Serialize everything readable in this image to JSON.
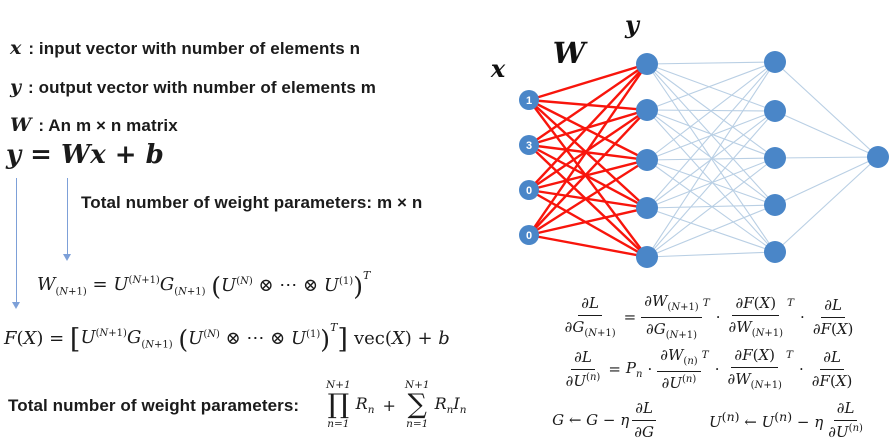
{
  "colors": {
    "node": "#4a86c8",
    "edge_red": "#f8150c",
    "edge_blue": "#b9cfe4",
    "arrow": "#7da0d8",
    "text": "#1b1b1b"
  },
  "definitions": [
    {
      "var": "x",
      "text": ": input vector with number of elements n"
    },
    {
      "var": "y",
      "text": ": output vector with number of elements m"
    },
    {
      "var": "W",
      "text": ": An m × n matrix"
    }
  ],
  "main_equation": "<i>y</i> = <i>Wx</i> + <i>b</i>",
  "weight_note_simple": "Total number of weight parameters: m × n",
  "weight_note_label": "Total number of weight parameters:",
  "decomposition": {
    "w_lhs": "<i>W</i><sub>(<i>N</i>+1)</sub> = <i>U</i><sup>(<i>N</i>+1)</sup><i>G</i><sub>(<i>N</i>+1)</sub> ",
    "w_inner": "<i>U</i><sup>(<i>N</i>)</sup> ⊗ ⋯ ⊗ <i>U</i><sup>(1)</sup>",
    "f_lhs": "<i>F</i>(<i>X</i>) = ",
    "f_u_g": "<i>U</i><sup>(<i>N</i>+1)</sup><i>G</i><sub>(<i>N</i>+1)</sub> ",
    "f_post": "vec(<i>X</i>) + <i>b</i>",
    "lparen": "(",
    "rparen": ")",
    "lbracket": "[",
    "rbracket": "]",
    "sup_t": "T"
  },
  "param_count": {
    "prod": {
      "op": "∏",
      "top": "N+1",
      "bot": "n=1",
      "term": "<i>R</i><sub><i>n</i></sub>"
    },
    "plus": "+",
    "sum": {
      "op": "∑",
      "top": "N+1",
      "bot": "n=1",
      "term": "<i>R</i><sub><i>n</i></sub><i>I</i><sub><i>n</i></sub>"
    }
  },
  "network": {
    "label_x": "x",
    "label_w": "W",
    "label_y": "y",
    "input_values": [
      "1",
      "3",
      "0",
      "0"
    ]
  },
  "gradients": {
    "line1": {
      "lhs_num": "∂<i>L</i>",
      "lhs_den": "∂<i>G</i><sub>(<i>N</i>+1)</sub>",
      "eq": "=",
      "t1_num": "∂<i>W</i><sub>(<i>N</i>+1)</sub>",
      "t1_den": "∂<i>G</i><sub>(<i>N</i>+1)</sub>",
      "t1_sup": "T",
      "dot1": "·",
      "t2_num": "∂<i>F</i>(<i>X</i>)",
      "t2_den": "∂<i>W</i><sub>(<i>N</i>+1)</sub>",
      "t2_sup": "T",
      "dot2": "·",
      "t3_num": "∂<i>L</i>",
      "t3_den": "∂<i>F</i>(<i>X</i>)"
    },
    "line2": {
      "lhs_num": "∂<i>L</i>",
      "lhs_den": "∂<i>U</i><sup>(<i>n</i>)</sup>",
      "eq": "=",
      "pn": "<i>P</i><sub><i>n</i></sub>",
      "dot0": "·",
      "t1_num": "∂<i>W</i><sub>(<i>n</i>)</sub>",
      "t1_den": "∂<i>U</i><sup>(<i>n</i>)</sup>",
      "t1_sup": "T",
      "dot1": "·",
      "t2_num": "∂<i>F</i>(<i>X</i>)",
      "t2_den": "∂<i>W</i><sub>(<i>N</i>+1)</sub>",
      "t2_sup": "T",
      "dot2": "·",
      "t3_num": "∂<i>L</i>",
      "t3_den": "∂<i>F</i>(<i>X</i>)"
    },
    "updates": {
      "u1_pre": "<i>G</i> ← <i>G</i> − <i>η</i>",
      "u1_num": "∂<i>L</i>",
      "u1_den": "∂<i>G</i>",
      "u2_pre": "<i>U</i><sup>(<i>n</i>)</sup> ← <i>U</i><sup>(<i>n</i>)</sup> − <i>η</i>",
      "u2_num": "∂<i>L</i>",
      "u2_den": "∂<i>U</i><sup>(<i>n</i>)</sup>"
    }
  }
}
